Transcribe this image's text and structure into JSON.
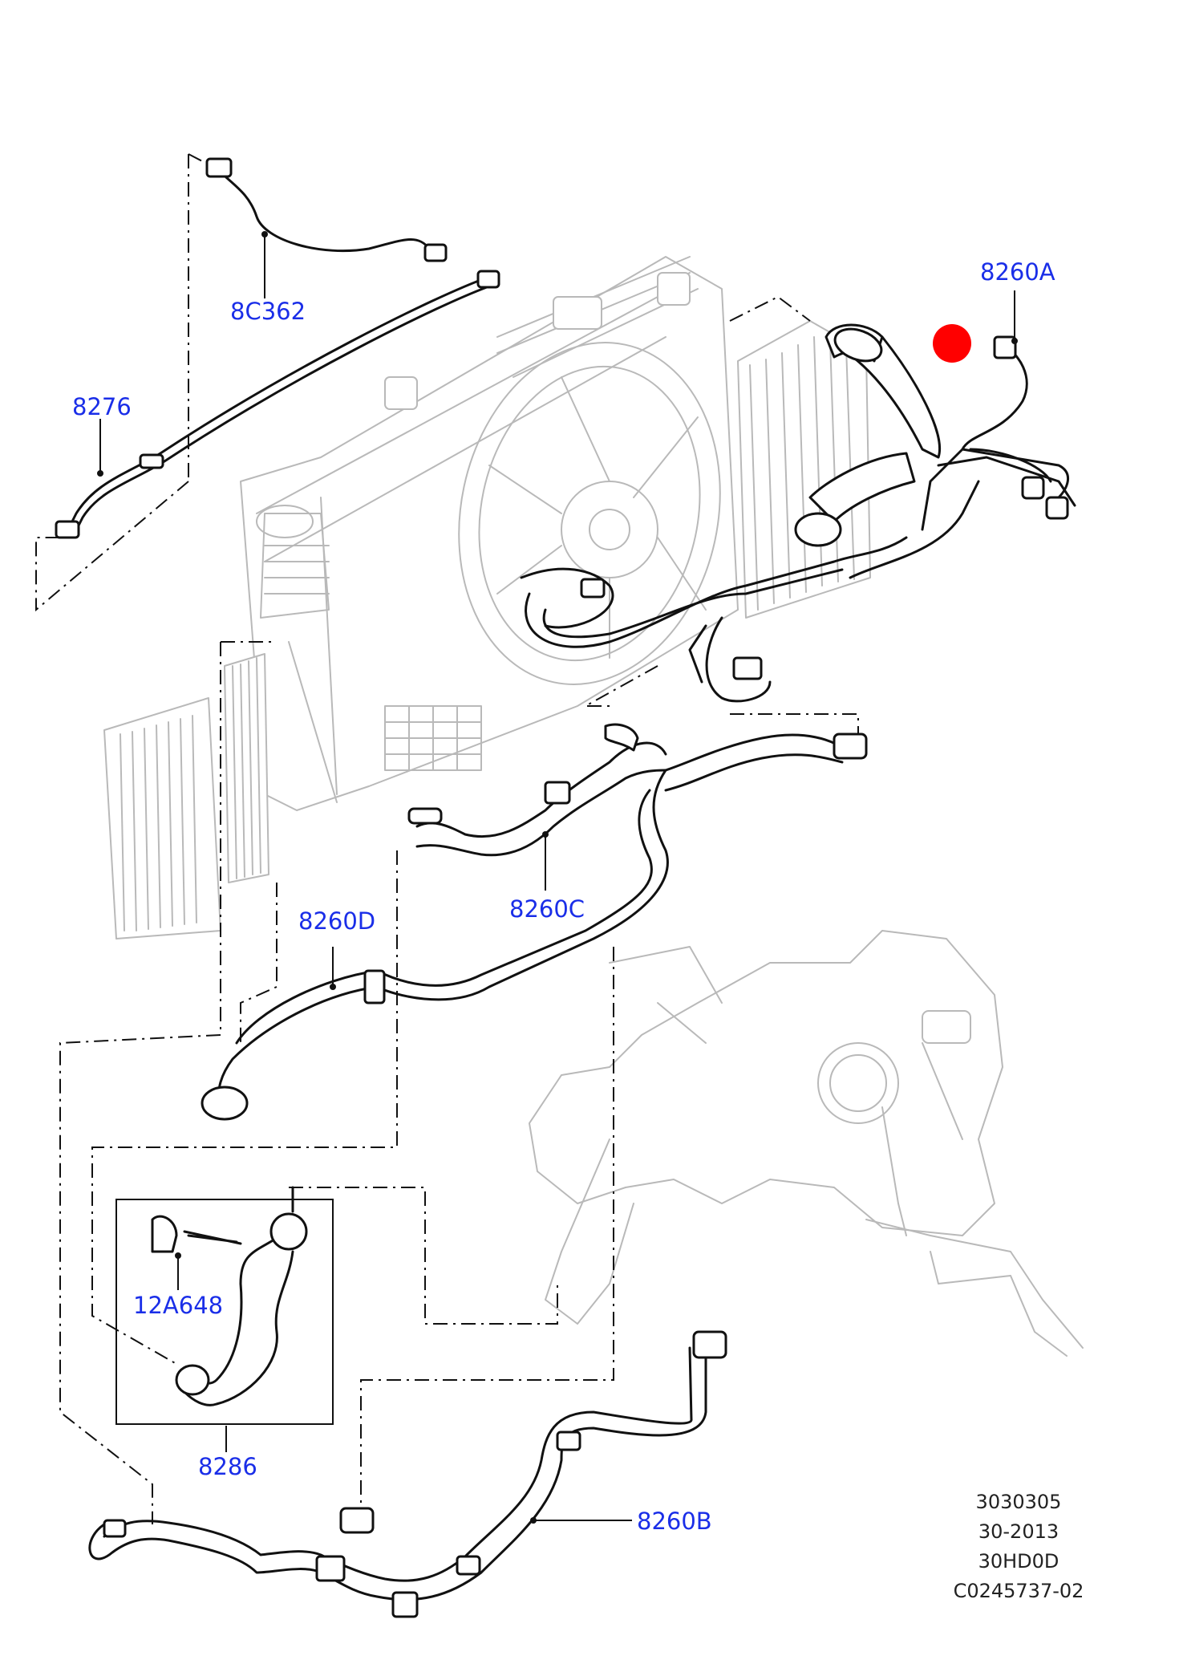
{
  "parts": {
    "p8C362": "8C362",
    "p8276": "8276",
    "p8260A": "8260A",
    "p8260C": "8260C",
    "p8260D": "8260D",
    "p12A648": "12A648",
    "p8286": "8286",
    "p8260B": "8260B"
  },
  "reference": [
    "3030305",
    "30-2013",
    "30HD0D",
    "C0245737-02"
  ],
  "colors": {
    "label": "#1a2ee8",
    "marker": "#ff0000",
    "ghost_line": "#b9b9b9",
    "line": "#111111"
  }
}
